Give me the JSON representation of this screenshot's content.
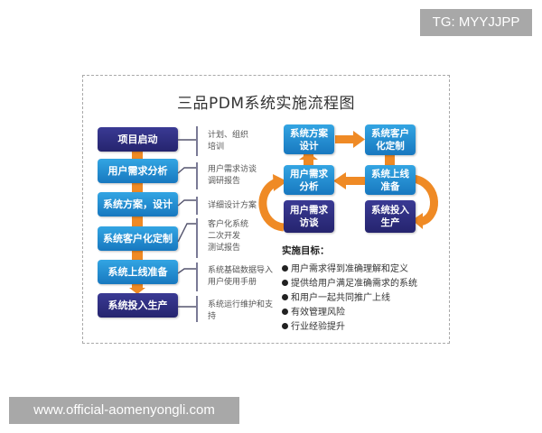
{
  "watermarks": {
    "top_right": "TG: MYYJJPP",
    "bottom_left": "www.official-aomenyongli.com"
  },
  "diagram": {
    "title": "三品PDM系统实施流程图",
    "colors": {
      "navy": "#2b2a7a",
      "cyan": "#1a8ad0",
      "orange": "#ef8a25",
      "border": "#a9a9a9"
    },
    "left_flow": [
      {
        "label": "项目启动",
        "style": "navy",
        "notes": [
          "计划、组织",
          "培训"
        ]
      },
      {
        "label": "用户需求分析",
        "style": "cyan",
        "notes": [
          "用户需求访谈",
          "调研报告"
        ]
      },
      {
        "label": "系统方案，设计",
        "style": "cyan",
        "notes": [
          "详细设计方案"
        ]
      },
      {
        "label": "系统客户化定制",
        "style": "cyan",
        "notes": [
          "客户化系统",
          "二次开发",
          "测试报告"
        ]
      },
      {
        "label": "系统上线准备",
        "style": "cyan",
        "notes": [
          "系统基础数据导入",
          "用户使用手册"
        ]
      },
      {
        "label": "系统投入生产",
        "style": "navy",
        "notes": [
          "系统运行维护和支",
          "持"
        ]
      }
    ],
    "cycle": {
      "design": {
        "line1": "系统方案",
        "line2": "设计"
      },
      "customize": {
        "line1": "系统客户",
        "line2": "化定制"
      },
      "analysis": {
        "line1": "用户需求",
        "line2": "分析"
      },
      "golive": {
        "line1": "系统上线",
        "line2": "准备"
      },
      "interview": {
        "line1": "用户需求",
        "line2": "访谈"
      },
      "production": {
        "line1": "系统投入",
        "line2": "生产"
      }
    },
    "goals": {
      "title": "实施目标：",
      "items": [
        "用户需求得到准确理解和定义",
        "提供给用户满足准确需求的系统",
        "和用户一起共同推广上线",
        "有效管理风险",
        "行业经验提升"
      ]
    }
  }
}
